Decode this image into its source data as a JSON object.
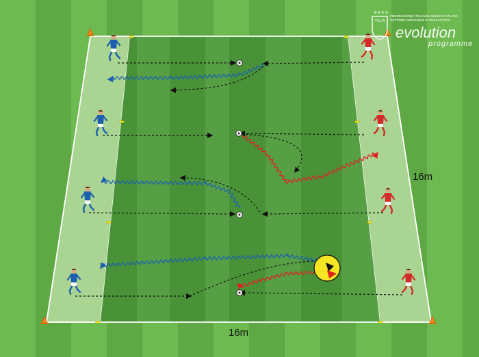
{
  "dimensions": {
    "side": "16m",
    "bottom": "16m"
  },
  "logo": {
    "federation_line1": "FEDERAZIONE ITALIANA GIUOCO CALCIO",
    "federation_line2": "SETTORE GIOVANILE E SCOLASTICO",
    "badge_text": "ITALIA",
    "brand": "evolution",
    "brand_sub": "programme"
  },
  "colors": {
    "grass_light": "#6dba50",
    "grass_dark": "#5ea943",
    "zone_light": "#a9d492",
    "inner_dark": "#4a9238",
    "inner_light": "#5da64a",
    "blue_team": "#1c5fae",
    "red_team": "#d42a2a",
    "highlight": "#f6e523"
  },
  "icons": [
    "cone-icon",
    "ball-icon",
    "player-blue-icon",
    "player-red-icon",
    "marker-icon"
  ]
}
